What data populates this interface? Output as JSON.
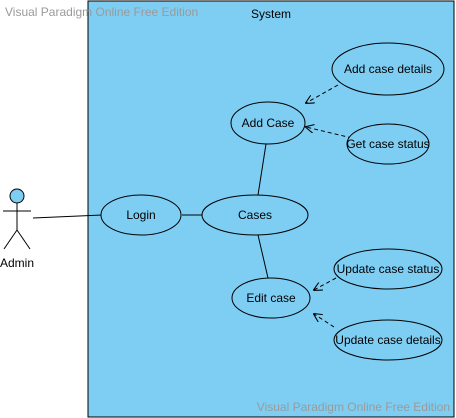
{
  "colors": {
    "system_fill": "#7ecef4",
    "stroke": "#000000",
    "usecase_fill": "#7ecef4",
    "actor_head_fill": "#7ecef4",
    "watermark": "#9a9a9a"
  },
  "watermark": {
    "top": "Visual Paradigm Online Free Edition",
    "bottom": "Visual Paradigm Online Free Edition"
  },
  "system": {
    "title": "System"
  },
  "actor": {
    "label": "Admin"
  },
  "use_cases": {
    "login": "Login",
    "cases": "Cases",
    "add_case": "Add Case",
    "edit_case": "Edit case",
    "add_case_details": "Add case details",
    "get_case_status": "Get case status",
    "update_case_status": "Update case status",
    "update_case_details": "Update case details"
  }
}
